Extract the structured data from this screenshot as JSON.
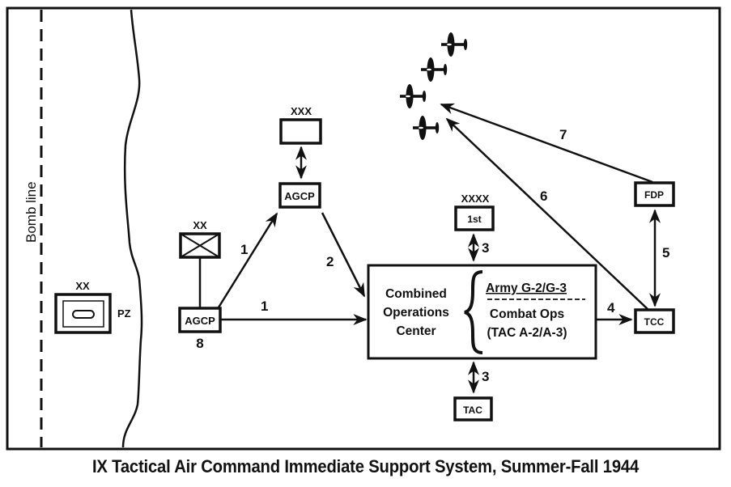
{
  "title": "IX Tactical Air Command Immediate Support System, Summer-Fall 1944",
  "bomb_line_label": "Bomb line",
  "nodes": {
    "pz_division": {
      "echelon": "XX",
      "side_label": "PZ"
    },
    "infantry_division": {
      "echelon": "XX"
    },
    "agcp_division": {
      "label": "AGCP",
      "number": "8"
    },
    "corps": {
      "echelon": "XXX"
    },
    "agcp_corps": {
      "label": "AGCP"
    },
    "army": {
      "echelon": "XXXX",
      "label": "1st"
    },
    "coc": {
      "title_lines": [
        "Combined",
        "Operations",
        "Center"
      ],
      "upper": "Army G-2/G-3",
      "lower_lines": [
        "Combat Ops",
        "(TAC A-2/A-3)"
      ]
    },
    "tac": {
      "label": "TAC"
    },
    "tcc": {
      "label": "TCC"
    },
    "fdp": {
      "label": "FDP"
    }
  },
  "arrows": {
    "a1_up": "1",
    "a1_right": "1",
    "a2": "2",
    "a3_top": "3",
    "a3_bottom": "3",
    "a4": "4",
    "a5": "5",
    "a6": "6",
    "a7": "7"
  },
  "aircraft_count": 4
}
